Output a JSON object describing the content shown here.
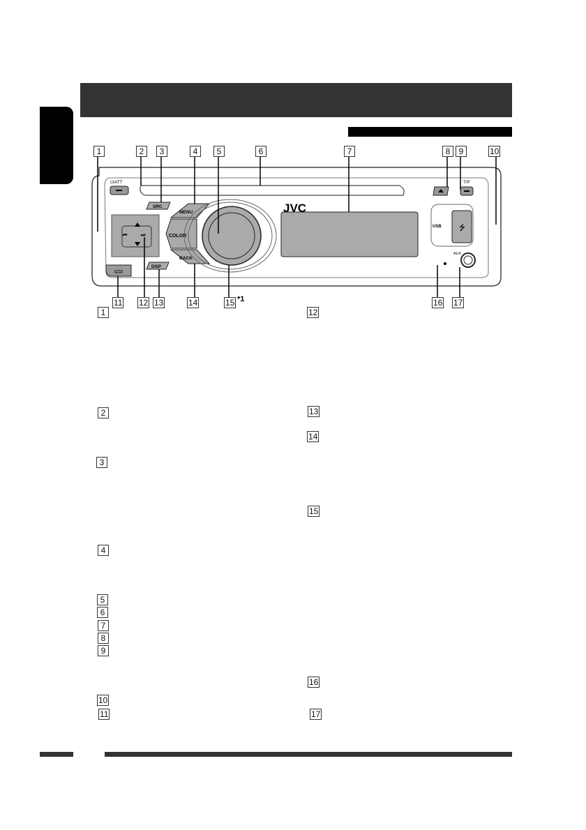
{
  "page": {
    "header_band_color": "#333333",
    "side_tab_color": "#000000",
    "footer_color": "#333333"
  },
  "diagram": {
    "brand": "JVC",
    "button_labels": {
      "power_att": "⏻/ATT",
      "src": "SRC",
      "menu": "MENU",
      "color": "COLOR",
      "back": "BACK",
      "disp": "DISP",
      "tp": "T/P",
      "usb": "USB",
      "aux": "AUX"
    },
    "callouts_top": [
      "1",
      "2",
      "3",
      "4",
      "5",
      "6",
      "7",
      "8",
      "9",
      "10"
    ],
    "callouts_bottom": [
      "11",
      "12",
      "13",
      "14",
      "15",
      "16",
      "17"
    ],
    "footnote_marker": "*1"
  },
  "legend": {
    "left_column": [
      "1",
      "2",
      "3",
      "4",
      "5",
      "6",
      "7",
      "8",
      "9",
      "10",
      "11"
    ],
    "right_column": [
      "12",
      "13",
      "14",
      "15",
      "16",
      "17"
    ]
  }
}
